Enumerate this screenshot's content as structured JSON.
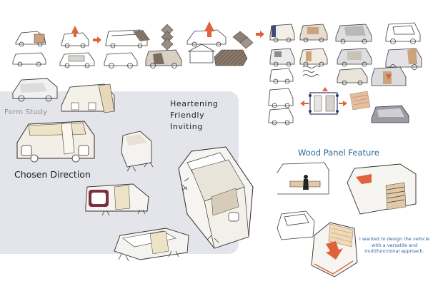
{
  "labels": {
    "form_study": "Form Study",
    "chosen_direction": "Chosen Direction",
    "adjectives": [
      "Heartening",
      "Friendly",
      "Inviting"
    ],
    "wood_panel_title": "Wood Panel Feature",
    "wood_panel_note": "I wanted to design the vehicle with a versatile and multifunctional approach."
  },
  "colors": {
    "panel_background": "#e4e5ea",
    "title_blue": "#2a6a9a",
    "note_blue": "#2f5f9a",
    "arrow_orange": "#e0623a",
    "wood_tone": "#e3c8a8",
    "cream_tone": "#efe3c6",
    "grey_tone": "#9a9ca3",
    "maroon_tone": "#7a3040"
  }
}
